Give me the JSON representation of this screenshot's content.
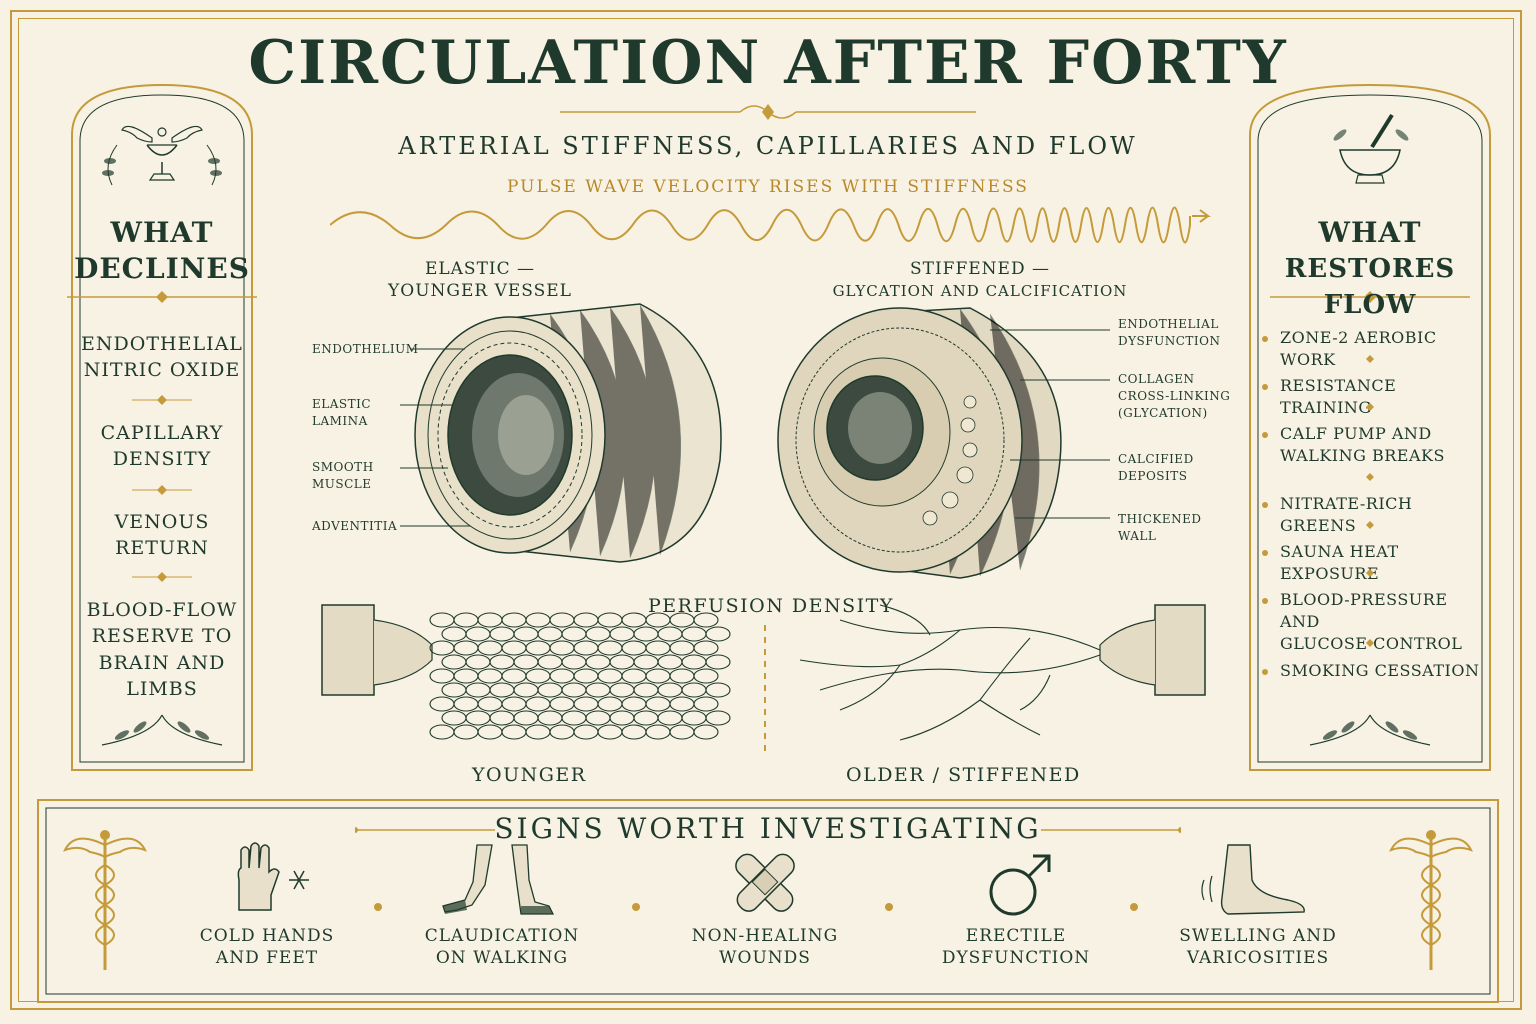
{
  "title": "CIRCULATION AFTER FORTY",
  "subtitle": "ARTERIAL STIFFNESS, CAPILLARIES AND FLOW",
  "pulse_caption": "PULSE WAVE VELOCITY RISES WITH STIFFNESS",
  "left_panel": {
    "heading_line1": "WHAT",
    "heading_line2": "DECLINES",
    "items": [
      {
        "line1": "ENDOTHELIAL",
        "line2": "NITRIC OXIDE"
      },
      {
        "line1": "CAPILLARY",
        "line2": "DENSITY"
      },
      {
        "line1": "VENOUS",
        "line2": "RETURN"
      },
      {
        "line1": "BLOOD-FLOW",
        "line2": "RESERVE TO",
        "line3": "BRAIN AND LIMBS"
      }
    ]
  },
  "right_panel": {
    "heading_line1": "WHAT",
    "heading_line2": "RESTORES FLOW",
    "items": [
      {
        "line1": "ZONE-2 AEROBIC WORK"
      },
      {
        "line1": "RESISTANCE TRAINING"
      },
      {
        "line1": "CALF PUMP AND",
        "line2": "WALKING BREAKS"
      },
      {
        "line1": "NITRATE-RICH GREENS"
      },
      {
        "line1": "SAUNA HEAT EXPOSURE"
      },
      {
        "line1": "BLOOD-PRESSURE AND",
        "line2": "GLUCOSE CONTROL"
      },
      {
        "line1": "SMOKING CESSATION"
      }
    ]
  },
  "elastic_vessel": {
    "title_line1": "ELASTIC —",
    "title_line2": "YOUNGER VESSEL",
    "labels": {
      "endothelium": "ENDOTHELIUM",
      "elastic_line1": "ELASTIC",
      "elastic_line2": "LAMINA",
      "smooth_line1": "SMOOTH",
      "smooth_line2": "MUSCLE",
      "adventitia": "ADVENTITIA"
    }
  },
  "stiffened_vessel": {
    "title_line1": "STIFFENED —",
    "title_line2": "GLYCATION AND CALCIFICATION",
    "labels": {
      "endo_line1": "ENDOTHELIAL",
      "endo_line2": "DYSFUNCTION",
      "collagen_line1": "COLLAGEN",
      "collagen_line2": "CROSS-LINKING",
      "collagen_line3": "(GLYCATION)",
      "calc_line1": "CALCIFIED",
      "calc_line2": "DEPOSITS",
      "thick_line1": "THICKENED",
      "thick_line2": "WALL"
    }
  },
  "perfusion": {
    "title": "PERFUSION DENSITY",
    "younger_label": "YOUNGER",
    "older_label": "OLDER / STIFFENED"
  },
  "signs": {
    "title": "SIGNS WORTH INVESTIGATING",
    "items": [
      {
        "line1": "COLD HANDS",
        "line2": "AND FEET"
      },
      {
        "line1": "CLAUDICATION",
        "line2": "ON WALKING"
      },
      {
        "line1": "NON-HEALING",
        "line2": "WOUNDS"
      },
      {
        "line1": "ERECTILE",
        "line2": "DYSFUNCTION"
      },
      {
        "line1": "SWELLING AND",
        "line2": "VARICOSITIES"
      }
    ]
  },
  "colors": {
    "ink": "#1f3a2c",
    "gold": "#c59a3a",
    "paper": "#f7f2e3"
  }
}
